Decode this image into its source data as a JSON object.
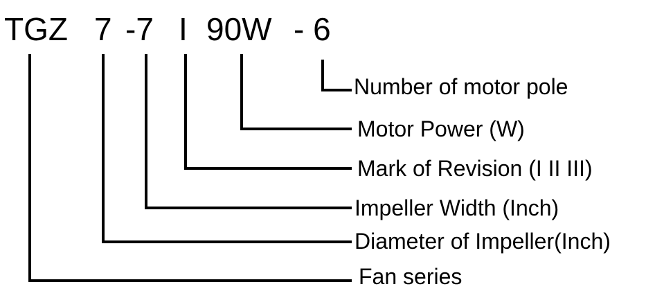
{
  "code_parts": {
    "series": "TGZ",
    "diameter": "7",
    "width": "-7",
    "revision": "I",
    "power": "90W",
    "poles": "- 6"
  },
  "labels": {
    "poles": "Number of motor pole",
    "power": "Motor Power (W)",
    "revision": "Mark of Revision (I II III)",
    "width": "Impeller Width (Inch)",
    "diameter": "Diameter of Impeller(Inch)",
    "series": "Fan series"
  },
  "colors": {
    "ink": "#000000",
    "background": "#ffffff"
  }
}
